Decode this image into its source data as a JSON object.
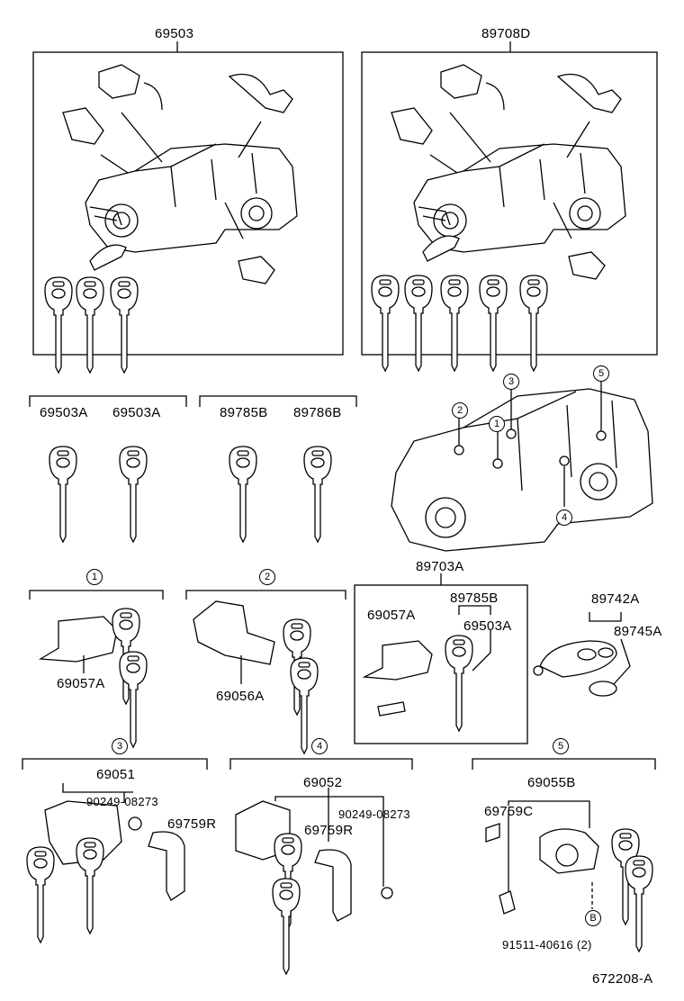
{
  "boxes": {
    "top_left": "69503",
    "top_right": "89708D"
  },
  "key_groups": {
    "left_a": "69503A",
    "left_b": "69503A",
    "mid_a": "89785B",
    "mid_b": "89786B"
  },
  "location_markers": [
    "1",
    "2",
    "3",
    "4",
    "5"
  ],
  "sections": {
    "s1": {
      "marker": "1",
      "part": "69057A"
    },
    "s2": {
      "marker": "2",
      "part": "69056A"
    },
    "kit": {
      "title": "89703A",
      "cyl": "69057A",
      "key_a": "89785B",
      "key_b": "69503A"
    },
    "remote": {
      "a": "89742A",
      "b": "89745A"
    },
    "s3": {
      "marker": "3",
      "main": "69051",
      "bolt": "90249-08273",
      "rod": "69759R"
    },
    "s4": {
      "marker": "4",
      "main": "69052",
      "bolt": "90249-08273",
      "rod": "69759R"
    },
    "s5": {
      "marker": "5",
      "main": "69055B",
      "rod": "69759C",
      "ref": "B",
      "screw": "91511-40616 (2)"
    }
  },
  "drawing_number": "672208-A"
}
